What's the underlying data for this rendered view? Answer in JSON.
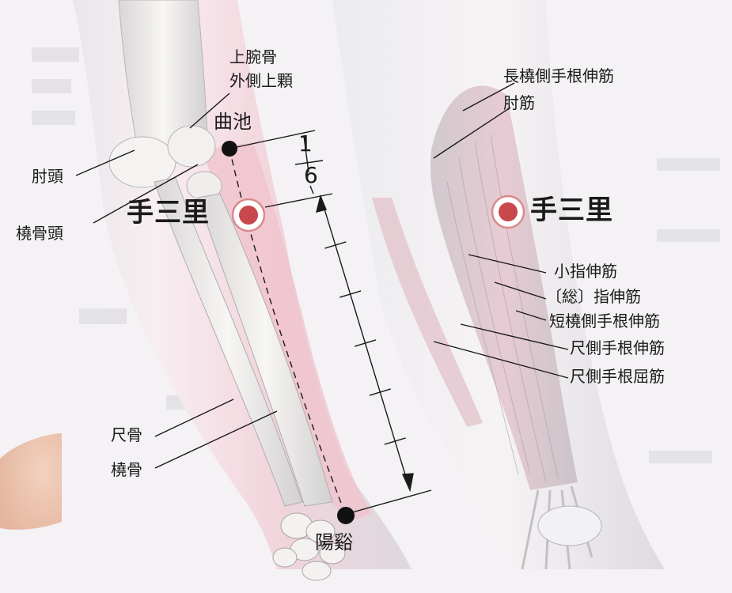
{
  "left_arm": {
    "labels": {
      "humerus_epicondyle_1": "上腕骨",
      "humerus_epicondyle_2": "外側上顆",
      "quchi": "曲池",
      "olecranon": "肘頭",
      "radial_head": "橈骨頭",
      "shousanli": "手三里",
      "ulna": "尺骨",
      "radius": "橈骨",
      "yangxi": "陽谿"
    },
    "measure": {
      "fraction_numerator": "1",
      "fraction_denominator": "6",
      "divisions": 6,
      "shousanli_position_fraction": 0.1667
    }
  },
  "right_arm": {
    "labels": {
      "ecrl": "長橈側手根伸筋",
      "anconeus": "肘筋",
      "shousanli": "手三里",
      "edm": "小指伸筋",
      "ed": "〔総〕指伸筋",
      "ecrb": "短橈側手根伸筋",
      "ecu": "尺側手根伸筋",
      "fcu": "尺側手根屈筋"
    }
  },
  "colors": {
    "point_black": "#111111",
    "point_red": "#c9484c",
    "point_ring": "#d9898d",
    "skin_pink": "#f0c2cc",
    "bone": "#f1f0ee",
    "line": "#1a1a1a"
  }
}
